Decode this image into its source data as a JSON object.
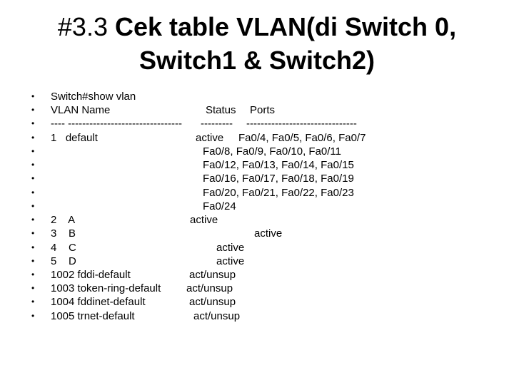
{
  "title": {
    "number": "#3.3",
    "line1": " Cek table VLAN(di Switch 0,",
    "line2": "Switch1 & Switch2)"
  },
  "bullet": "•",
  "lines": [
    {
      "a": "Switch#show vlan",
      "b": "",
      "c": ""
    },
    {
      "a": "VLAN Name",
      "b": "Status",
      "c": "Ports"
    },
    {
      "a": "---- --------------------------------",
      "b": "---------",
      "c": "-------------------------------"
    },
    {
      "a": "1   default",
      "b": "active",
      "c": "Fa0/4, Fa0/5, Fa0/6, Fa0/7"
    },
    {
      "a": "",
      "b": "",
      "c": "Fa0/8, Fa0/9, Fa0/10, Fa0/11"
    },
    {
      "a": "",
      "b": "",
      "c": "Fa0/12, Fa0/13, Fa0/14, Fa0/15"
    },
    {
      "a": "",
      "b": "",
      "c": "Fa0/16, Fa0/17, Fa0/18, Fa0/19"
    },
    {
      "a": "",
      "b": "",
      "c": "Fa0/20, Fa0/21, Fa0/22, Fa0/23"
    },
    {
      "a": "",
      "b": "",
      "c": "Fa0/24"
    },
    {
      "a": "2    A",
      "b": "active",
      "c": ""
    },
    {
      "a": "3    B",
      "b": "active",
      "c": ""
    },
    {
      "a": "4    C",
      "b": "active",
      "c": ""
    },
    {
      "a": "5    D",
      "b": "active",
      "c": ""
    },
    {
      "a": "1002 fddi-default",
      "b": "act/unsup",
      "c": ""
    },
    {
      "a": "1003 token-ring-default",
      "b": "act/unsup",
      "c": ""
    },
    {
      "a": "1004 fddinet-default",
      "b": "act/unsup",
      "c": ""
    },
    {
      "a": "1005 trnet-default",
      "b": "act/unsup",
      "c": ""
    }
  ]
}
